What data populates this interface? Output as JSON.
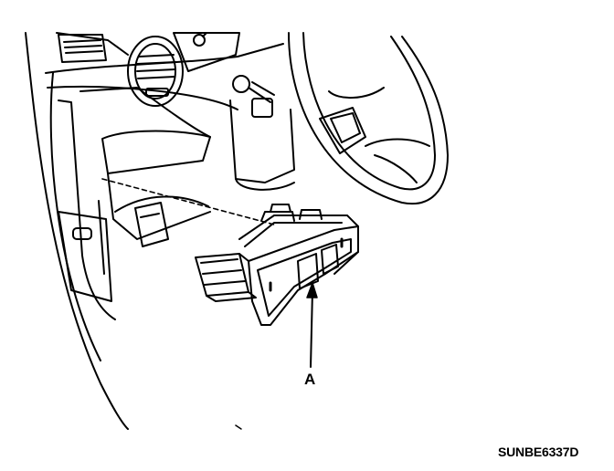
{
  "figure": {
    "callout_label": "A",
    "figure_code": "SUNBE6337D"
  },
  "colors": {
    "ink": "#000000",
    "paper": "#ffffff"
  },
  "icons": [
    "dashboard-line-art",
    "switch-module-illustration",
    "callout-leader-arrow"
  ]
}
